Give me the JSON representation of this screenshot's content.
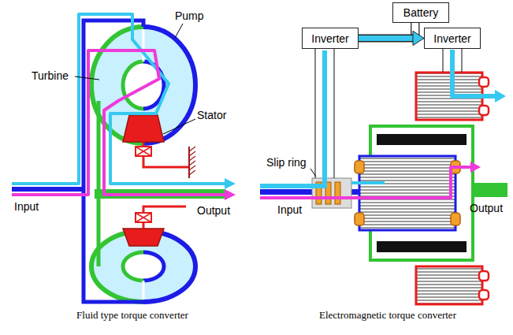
{
  "diagram": {
    "nodes": [
      {
        "text": [
          "Battery"
        ]
      },
      {
        "text": [
          "Inverter"
        ]
      },
      {
        "text": [
          "Inverter"
        ]
      }
    ],
    "edges": [
      {
        "from": 1,
        "to": 2,
        "arrow": "to"
      },
      {
        "from": 0,
        "to": 1,
        "arrow": "none"
      },
      {
        "from": 0,
        "to": 2,
        "arrow": "none"
      }
    ],
    "labels": [
      "Pump",
      "Turbine",
      "Stator",
      "Input",
      "Output",
      "Slip ring",
      "Input",
      "Output",
      "Fluid type torque converter",
      "Electromagnetic torque converter"
    ]
  }
}
